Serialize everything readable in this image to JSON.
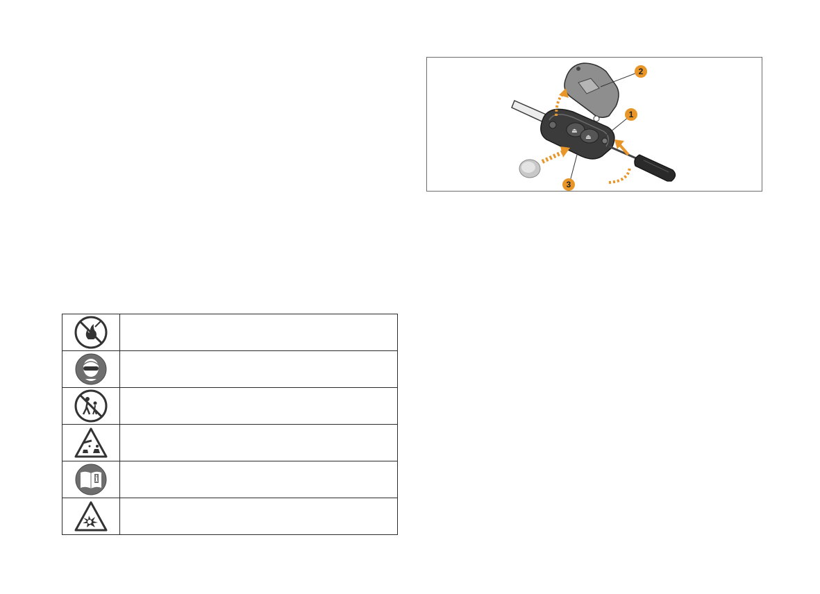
{
  "figure": {
    "callouts": [
      "1",
      "2",
      "3"
    ],
    "accent_color": "#e8952a",
    "icons": [
      "car-key-remote-icon",
      "key-cover-icon",
      "battery-coin-cell-icon",
      "screwdriver-icon"
    ]
  },
  "safety_symbols": [
    {
      "icon": "no-open-flame-icon",
      "text": ""
    },
    {
      "icon": "wear-eye-protection-icon",
      "text": ""
    },
    {
      "icon": "keep-children-away-icon",
      "text": ""
    },
    {
      "icon": "corrosive-warning-icon",
      "text": ""
    },
    {
      "icon": "read-manual-icon",
      "text": ""
    },
    {
      "icon": "explosive-warning-icon",
      "text": ""
    }
  ]
}
